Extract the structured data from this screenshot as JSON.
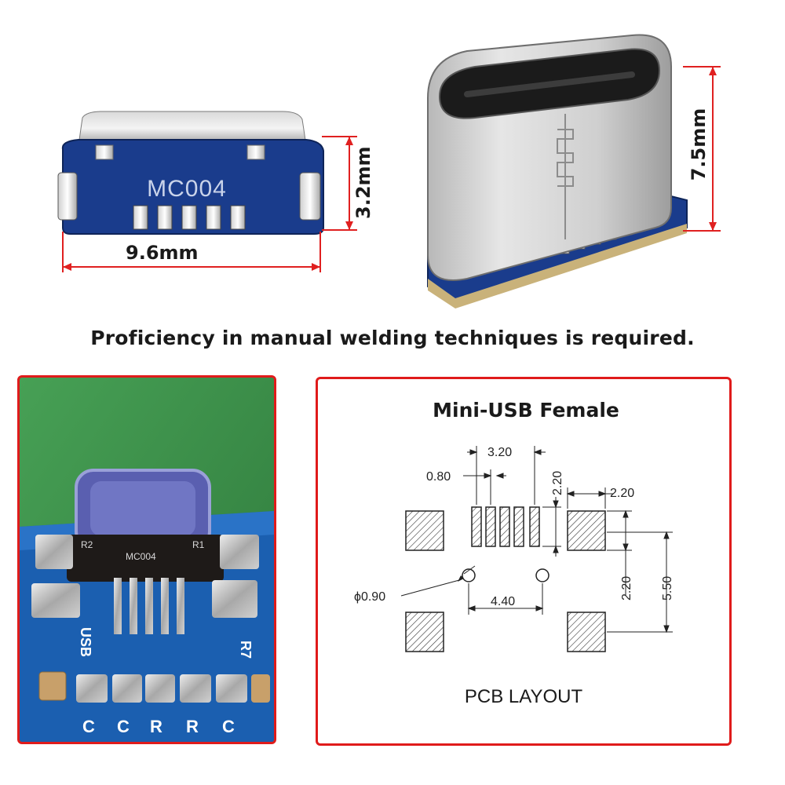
{
  "top_left": {
    "chip_marking": "MC004",
    "width_label": "9.6mm",
    "height_label": "3.2mm"
  },
  "top_right": {
    "height_label": "7.5mm"
  },
  "caption": "Proficiency in manual welding techniques is required.",
  "board_photo": {
    "silk_usb": "USB",
    "silk_r7": "R7",
    "silk_r2": "R2",
    "silk_r1": "R1",
    "silk_chip": "MC004",
    "bottom_labels": [
      "C",
      "C",
      "R",
      "R",
      "C"
    ]
  },
  "pcb_layout": {
    "title": "Mini-USB Female",
    "footer": "PCB  LAYOUT",
    "dims": {
      "pitch_total": "3.20",
      "pad_width": "0.80",
      "pad_height": "2.20",
      "side_pad_width": "2.20",
      "side_pad_offset": "2.20",
      "overall_height": "5.50",
      "hole_spacing": "4.40",
      "hole_diameter": "ϕ0.90"
    }
  },
  "colors": {
    "frame": "#e01b1b",
    "dimension_line": "#e02020",
    "pcb_blue": "#1a3c8c",
    "board_green": "#3f8f4a"
  }
}
